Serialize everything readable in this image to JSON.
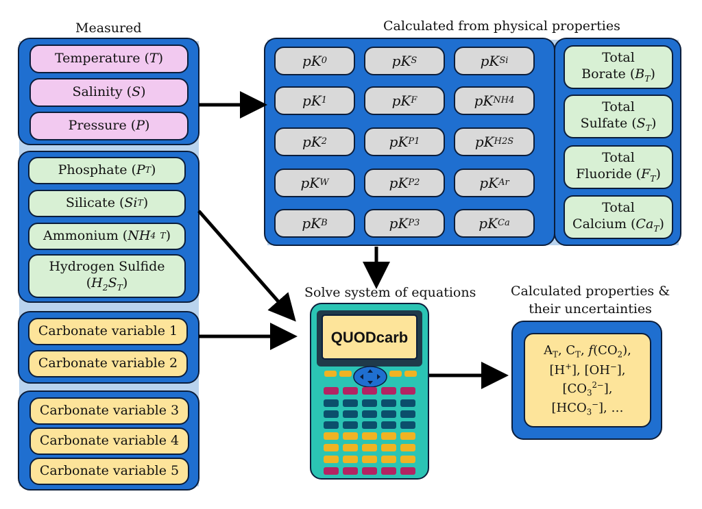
{
  "headings": {
    "measured": "Measured",
    "calculated_physical": "Calculated from physical properties",
    "solve": "Solve system of equations",
    "calculated_props_1": "Calculated properties &",
    "calculated_props_2": "their uncertainties"
  },
  "measured_physical": [
    {
      "label": "Temperature",
      "symbol": "T"
    },
    {
      "label": "Salinity",
      "symbol": "S"
    },
    {
      "label": "Pressure",
      "symbol": "P"
    }
  ],
  "nutrients": {
    "phosphate": {
      "label": "Phosphate",
      "symbol": "P",
      "sub": "T"
    },
    "silicate": {
      "label": "Silicate",
      "symbol": "Si",
      "sub": "T"
    },
    "ammonium": {
      "label": "Ammonium",
      "symbol": "NH",
      "sub1": "4",
      "sub2": "T"
    },
    "hydrogen_sulfide": {
      "label": "Hydrogen Sulfide",
      "symbol_a": "H",
      "sub_a": "2",
      "symbol_b": "S",
      "sub_b": "T"
    }
  },
  "carbonate_group_1": [
    "Carbonate variable 1",
    "Carbonate variable 2"
  ],
  "carbonate_group_2": [
    "Carbonate variable 3",
    "Carbonate variable 4",
    "Carbonate variable 5"
  ],
  "pk_prefix": "pK",
  "pk_constants": [
    [
      "0",
      "S",
      "Si"
    ],
    [
      "1",
      "F",
      "NH4"
    ],
    [
      "2",
      "P1",
      "H2S"
    ],
    [
      "W",
      "P2",
      "Ar"
    ],
    [
      "B",
      "P3",
      "Ca"
    ]
  ],
  "totals": [
    {
      "line1": "Total",
      "line2": "Borate",
      "symbol": "B",
      "sub": "T"
    },
    {
      "line1": "Total",
      "line2": "Sulfate",
      "symbol": "S",
      "sub": "T"
    },
    {
      "line1": "Total",
      "line2": "Fluoride",
      "symbol": "F",
      "sub": "T"
    },
    {
      "line1": "Total",
      "line2": "Calcium",
      "symbol": "Ca",
      "sub": "T"
    }
  ],
  "calculator": {
    "screen_text": "QUODcarb"
  },
  "results": {
    "line1_a": "A",
    "line1_a_sub": "T",
    "line1_c": "C",
    "line1_c_sub": "T",
    "line1_f": "f",
    "line1_co2": "(CO",
    "line1_co2_sub": "2",
    "line1_end": "),",
    "line2_h": "[H",
    "line2_h_sup": "+",
    "line2_mid": "], [OH",
    "line2_oh_sup": "−",
    "line2_end": "],",
    "line3_a": "[CO",
    "line3_sub": "3",
    "line3_sup": "2−",
    "line3_end": "],",
    "line4_a": "[HCO",
    "line4_sub": "3",
    "line4_sup": "−",
    "line4_end": "], …"
  }
}
